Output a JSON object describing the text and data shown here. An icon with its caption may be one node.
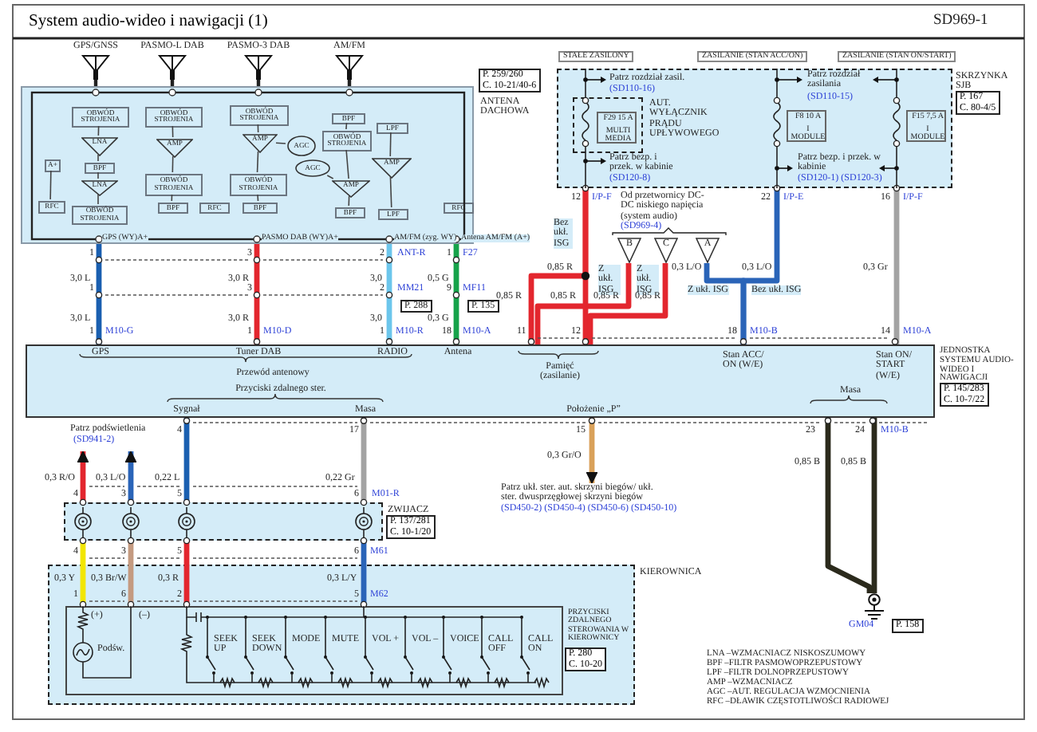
{
  "diagram": {
    "title": "System audio-wideo i nawigacji (1)",
    "nodes": [
      {
        "text": [
          "GPS/GNSS"
        ]
      },
      {
        "text": [
          "PASMO-L DAB"
        ]
      },
      {
        "text": [
          "PASMO-3 DAB"
        ]
      },
      {
        "text": [
          "AM/FM"
        ]
      },
      {
        "text": [
          "ANTENA DACHOWA"
        ],
        "beside": [
          "P. 259/260",
          "C. 10-21/40-6"
        ]
      },
      {
        "text": [
          "OBWÓD STROJENIA"
        ],
        "in": 4
      },
      {
        "text": [
          "LNA"
        ],
        "in": 4
      },
      {
        "text": [
          "A+"
        ],
        "in": 4
      },
      {
        "text": [
          "BPF"
        ],
        "in": 4
      },
      {
        "text": [
          "LNA"
        ],
        "in": 4
      },
      {
        "text": [
          "RFC"
        ],
        "in": 4
      },
      {
        "text": [
          "OBWÓD STROJENIA"
        ],
        "in": 4
      },
      {
        "text": [
          "OBWÓD STROJENIA"
        ],
        "in": 4
      },
      {
        "text": [
          "AMP"
        ],
        "in": 4
      },
      {
        "text": [
          "OBWÓD STROJENIA"
        ],
        "in": 4
      },
      {
        "text": [
          "BPF"
        ],
        "in": 4
      },
      {
        "text": [
          "RFC"
        ],
        "in": 4
      },
      {
        "text": [
          "OBWÓD STROJENIA"
        ],
        "in": 4
      },
      {
        "text": [
          "AMP"
        ],
        "in": 4
      },
      {
        "text": [
          "AGC"
        ],
        "in": 4
      },
      {
        "text": [
          "OBWÓD STROJENIA"
        ],
        "in": 4
      },
      {
        "text": [
          "BPF"
        ],
        "in": 4
      },
      {
        "text": [
          "BPF"
        ],
        "in": 4
      },
      {
        "text": [
          "OBWÓD STROJENIA"
        ],
        "in": 4
      },
      {
        "text": [
          "LPF"
        ],
        "in": 4
      },
      {
        "text": [
          "AGC"
        ],
        "in": 4
      },
      {
        "text": [
          "AMP"
        ],
        "in": 4
      },
      {
        "text": [
          "AMP"
        ],
        "in": 4
      },
      {
        "text": [
          "BPF"
        ],
        "in": 4
      },
      {
        "text": [
          "LPF"
        ],
        "in": 4
      },
      {
        "text": [
          "RFC"
        ],
        "in": 4
      },
      {
        "text": [
          "SKRZYNKA SJB"
        ],
        "beside": [
          "P. 167",
          "C. 80-4/5"
        ]
      },
      {
        "text": [
          "AUT. WYŁĄCZNIK PRĄDU UPŁYWOWEGO"
        ],
        "in": 31
      },
      {
        "text": [
          "F29 15 A",
          "MULTI MEDIA"
        ],
        "in": 32
      },
      {
        "text": [
          "F8 10 A",
          "I MODULE"
        ],
        "in": 31
      },
      {
        "text": [
          "F15 7,5 A",
          "I MODULE"
        ],
        "in": 31
      },
      {
        "text": [
          "B"
        ]
      },
      {
        "text": [
          "C"
        ]
      },
      {
        "text": [
          "A"
        ]
      },
      {
        "text": [
          "GPS",
          "Tuner DAB",
          "RADIO",
          "Antena",
          "Przewód antenowy",
          "Przyciski zdalnego ster.",
          "Sygnał",
          "Masa",
          "Pamięć (zasilanie)",
          "Stan ACC/ ON (W/E)",
          "Stan ON/ START (W/E)",
          "Położenie „P”",
          "Masa",
          "JEDNOSTKA SYSTEMU AUDIO-WIDEO I NAWIGACJI"
        ],
        "beside": [
          "P. 145/283",
          "C. 10-7/22"
        ]
      },
      {
        "text": [
          "Patrz podświetlenia",
          "(SD941-2)"
        ]
      },
      {
        "text": [
          "Patrz ukł. ster. aut. skrzyni biegów/ ukł. ster. dwusprzęgłowej skrzyni biegów",
          "(SD450-2) (SD450-4) (SD450-6) (SD450-10)"
        ]
      },
      {
        "text": [],
        "shape": "ground",
        "beside": [
          "GM04",
          "P. 158"
        ]
      },
      {
        "text": [
          "ZWIJACZ"
        ],
        "beside": [
          "P. 137/281",
          "C. 10-1/20"
        ]
      },
      {
        "text": [
          "KIEROWNICA"
        ]
      },
      {
        "text": [
          "(+)",
          "(–)",
          "Podśw.",
          "SEEK UP",
          "SEEK DOWN",
          "MODE",
          "MUTE",
          "VOL +",
          "VOL –",
          "VOICE",
          "CALL OFF",
          "CALL ON",
          "PRZYCISKI ZDALNEGO STEROWANIA W KIEROWNICY"
        ],
        "in": 44,
        "beside": [
          "P. 280",
          "C. 10-20"
        ]
      }
    ],
    "edges": [
      {
        "from": 0,
        "to": 4,
        "arrow": "none",
        "color": "#222222"
      },
      {
        "from": 1,
        "to": 4,
        "arrow": "none",
        "color": "#222222"
      },
      {
        "from": 2,
        "to": 4,
        "arrow": "none",
        "color": "#222222"
      },
      {
        "from": 3,
        "to": 4,
        "arrow": "none",
        "color": "#222222"
      },
      {
        "from": 5,
        "to": 6,
        "arrow": "none"
      },
      {
        "from": 6,
        "to": 8,
        "arrow": "none"
      },
      {
        "from": 8,
        "to": 9,
        "arrow": "none"
      },
      {
        "from": 9,
        "to": 11,
        "arrow": "none"
      },
      {
        "from": 7,
        "to": 10,
        "arrow": "none"
      },
      {
        "from": 12,
        "to": 13,
        "arrow": "none"
      },
      {
        "from": 13,
        "to": 14,
        "arrow": "none"
      },
      {
        "from": 14,
        "to": 15,
        "arrow": "none"
      },
      {
        "from": 17,
        "to": 18,
        "arrow": "none"
      },
      {
        "from": 18,
        "to": 20,
        "arrow": "none"
      },
      {
        "from": 20,
        "to": 21,
        "arrow": "none"
      },
      {
        "from": 19,
        "to": 18,
        "arrow": "none"
      },
      {
        "from": 22,
        "to": 23,
        "arrow": "none"
      },
      {
        "from": 23,
        "to": 27,
        "arrow": "none"
      },
      {
        "from": 27,
        "to": 28,
        "arrow": "none"
      },
      {
        "from": 24,
        "to": 26,
        "arrow": "none"
      },
      {
        "from": 26,
        "to": 29,
        "arrow": "none"
      },
      {
        "from": 25,
        "to": 27,
        "arrow": "none"
      },
      {
        "from": 4,
        "to": 39,
        "arrow": "none",
        "color": "#1a5fb0"
      },
      {
        "from": 4,
        "to": 39,
        "arrow": "none",
        "color": "#e3262e"
      },
      {
        "from": 4,
        "to": 39,
        "arrow": "none",
        "color": "#6cc6ec"
      },
      {
        "from": 4,
        "to": 39,
        "arrow": "none",
        "color": "#16a34a"
      },
      {
        "from": 31,
        "to": 39,
        "arrow": "none",
        "color": "#e3262e"
      },
      {
        "from": 31,
        "to": 39,
        "arrow": "none",
        "color": "#e3262e"
      },
      {
        "from": 36,
        "to": 39,
        "arrow": "none",
        "color": "#e3262e"
      },
      {
        "from": 37,
        "to": 39,
        "arrow": "none",
        "color": "#e3262e"
      },
      {
        "from": 38,
        "to": 39,
        "arrow": "none",
        "color": "#2a64b8"
      },
      {
        "from": 31,
        "to": 39,
        "arrow": "none",
        "color": "#2a64b8"
      },
      {
        "from": 31,
        "to": 39,
        "arrow": "none",
        "color": "#a3a3a3"
      },
      {
        "from": 39,
        "to": 43,
        "arrow": "none",
        "color": "#1a5fb0"
      },
      {
        "from": 39,
        "to": 43,
        "arrow": "none",
        "color": "#a3a3a3"
      },
      {
        "from": 39,
        "to": 41,
        "arrow": "to",
        "color": "#d9a15a"
      },
      {
        "from": 39,
        "to": 42,
        "arrow": "none",
        "color": "#2b2a1c"
      },
      {
        "from": 39,
        "to": 42,
        "arrow": "none",
        "color": "#2b2a1c"
      },
      {
        "from": 43,
        "to": 40,
        "arrow": "to",
        "color": "#e3262e"
      },
      {
        "from": 43,
        "to": 40,
        "arrow": "to",
        "color": "#2a64b8"
      },
      {
        "from": 43,
        "to": 45,
        "arrow": "none",
        "color": "#f2e600"
      },
      {
        "from": 43,
        "to": 45,
        "arrow": "none",
        "color": "#c49a80"
      },
      {
        "from": 43,
        "to": 45,
        "arrow": "none",
        "color": "#e3262e"
      },
      {
        "from": 43,
        "to": 45,
        "arrow": "none",
        "color": "#2a64b8"
      }
    ],
    "labels": [
      "SD969-1",
      "GPS (WY)A+",
      "PASMO DAB (WY)A+",
      "AM/FM (zyg. WY)",
      "Antena AM/FM (A+)",
      "1",
      "3",
      "2",
      "ANT-R",
      "1",
      "F27",
      "3,0 L",
      "3,0 R",
      "3,0",
      "0,5 G",
      "1",
      "3",
      "2",
      "MM21",
      "9",
      "MF11",
      "P. 288",
      "P. 135",
      "3,0 L",
      "3,0 R",
      "3,0",
      "0,3 G",
      "1",
      "M10-G",
      "1",
      "M10-D",
      "1",
      "M10-R",
      "18",
      "M10-A",
      "11",
      "12",
      "18",
      "M10-B",
      "14",
      "M10-A",
      "STAŁE ZASILONY",
      "ZASILANIE (STAN ACC/ON)",
      "ZASILANIE (STAN ON/START)",
      "Patrz rozdział zasil.",
      "(SD110-16)",
      "Patrz bezp. i przek. w kabinie",
      "(SD120-8)",
      "Patrz rozdział zasilania",
      "(SD110-15)",
      "Patrz bezp. i przek. w kabinie",
      "(SD120-1) (SD120-3)",
      "12",
      "I/P-F",
      "22",
      "I/P-E",
      "16",
      "I/P-F",
      "Od przetwornicy DC-DC niskiego napięcia (system audio)",
      "(SD969-4)",
      "Bez ukł. ISG",
      "0,85 R",
      "Z ukł. ISG",
      "Z ukł. ISG",
      "0,3 L/O",
      "0,3 L/O",
      "0,3 Gr",
      "Z ukł. ISG",
      "Bez ukł. ISG",
      "0,85 R",
      "0,85 R",
      "0,85 R",
      "0,85 R",
      "4",
      "17",
      "0,3 R/O",
      "0,3 L/O",
      "0,22 L",
      "0,22 Gr",
      "4",
      "3",
      "5",
      "6",
      "M01-R",
      "15",
      "0,3 Gr/O",
      "23",
      "24",
      "M10-B",
      "0,85 B",
      "0,85 B",
      "4",
      "3",
      "5",
      "6",
      "M61",
      "0,3 Y",
      "0,3 Br/W",
      "0,3 R",
      "0,3 L/Y",
      "1",
      "6",
      "2",
      "5",
      "M62",
      "LNA –WZMACNIACZ NISKOSZUMOWY",
      "BPF –FILTR PASMOWOPRZEPUSTOWY",
      "LPF –FILTR DOLNOPRZEPUSTOWY",
      "AMP –WZMACNIACZ",
      "AGC –AUT. REGULACJA WZMOCNIENIA",
      "RFC –DŁAWIK CZĘSTOTLIWOŚCI RADIOWEJ"
    ]
  }
}
